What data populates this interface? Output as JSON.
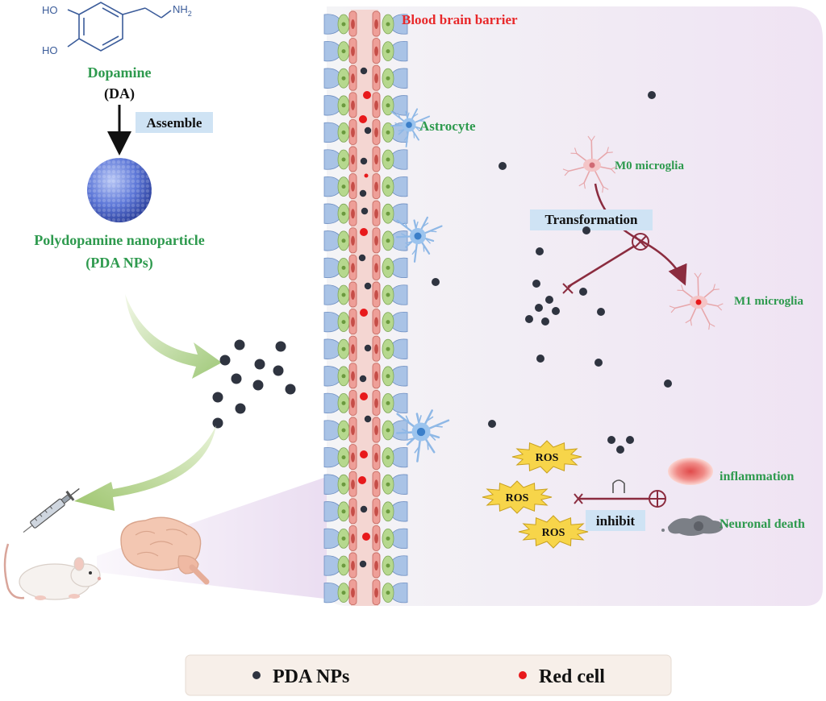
{
  "colors": {
    "green_text": "#2e9a4e",
    "red_text": "#e8282a",
    "nanoparticle": "#2f3440",
    "red_cell": "#e8191b",
    "arrow_maroon": "#8b2c3f",
    "highlight_box": "#cfe3f4",
    "ros_star": "#f7d54a",
    "brain_panel": "#ece4f2"
  },
  "molecule": {
    "oh1": "HO",
    "oh2": "HO",
    "amine": "NH2"
  },
  "left": {
    "dopamine": "Dopamine",
    "da": "(DA)",
    "assemble": "Assemble",
    "pda_name": "Polydopamine nanoparticle",
    "pda_abbr": "(PDA NPs)"
  },
  "brain_panel": {
    "bbb": "Blood brain barrier",
    "astrocyte": "Astrocyte",
    "m0": "M0 microglia",
    "m1": "M1 microglia",
    "transformation": "Transformation",
    "ros1": "ROS",
    "ros2": "ROS",
    "ros3": "ROS",
    "inhibit": "inhibit",
    "inflammation": "inflammation",
    "neuronal_death": "Neuronal death"
  },
  "legend": {
    "pda": "PDA NPs",
    "red_cell": "Red cell"
  },
  "icons": [
    "mouse-icon",
    "syringe-icon",
    "brain-icon",
    "astrocyte-icon",
    "microglia-icon",
    "ros-star-icon",
    "nanosphere-icon"
  ]
}
